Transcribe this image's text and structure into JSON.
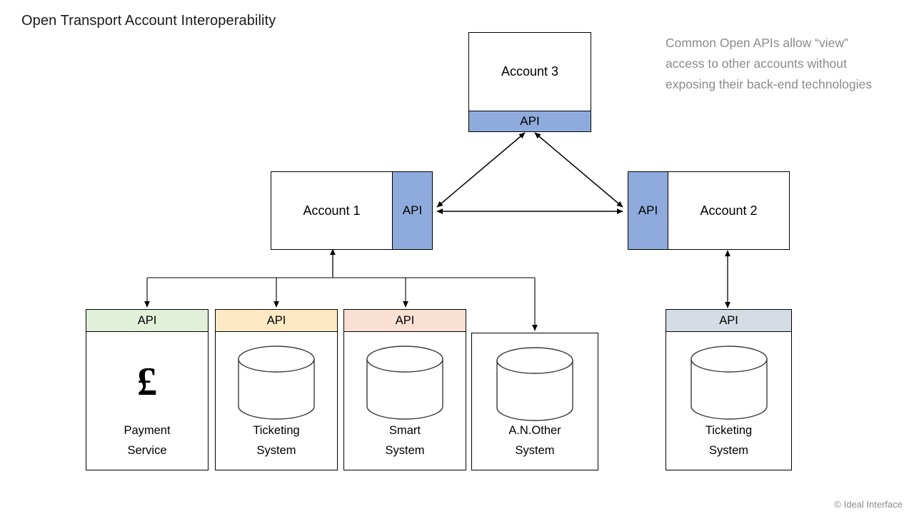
{
  "title": "Open Transport Account Interoperability",
  "note": "Common Open APIs allow “view” access to other accounts without exposing their back-end technologies",
  "credit": "© Ideal Interface",
  "api_label": "API",
  "colors": {
    "account_api_blue": "#8faadc",
    "payment_api_green": "#e2efd9",
    "ticketing_api_cream": "#fdeac4",
    "smart_api_peach": "#f9e0d3",
    "ticketing2_api_bluegray": "#d5dce4",
    "note_text_gray": "#8b8b8b",
    "box_border": "#000000",
    "arrow": "#000000",
    "canvas": "#ffffff"
  },
  "accounts": [
    {
      "id": "account-3",
      "label": "Account 3",
      "api_label": "API",
      "api_position": "bottom"
    },
    {
      "id": "account-1",
      "label": "Account 1",
      "api_label": "API",
      "api_position": "right"
    },
    {
      "id": "account-2",
      "label": "Account 2",
      "api_label": "API",
      "api_position": "left"
    }
  ],
  "services": [
    {
      "id": "payment-service",
      "label": "Payment\nService",
      "api_label": "API",
      "has_api": true,
      "glyph": "pound",
      "pound_symbol": "£",
      "api_color": "#e2efd9"
    },
    {
      "id": "ticketing-system-1",
      "label": "Ticketing\nSystem",
      "api_label": "API",
      "has_api": true,
      "glyph": "cylinder",
      "api_color": "#fdeac4"
    },
    {
      "id": "smart-system",
      "label": "Smart\nSystem",
      "api_label": "API",
      "has_api": true,
      "glyph": "cylinder",
      "api_color": "#f9e0d3"
    },
    {
      "id": "an-other-system",
      "label": "A.N.Other\nSystem",
      "api_label": "",
      "has_api": false,
      "glyph": "cylinder",
      "api_color": ""
    },
    {
      "id": "ticketing-system-2",
      "label": "Ticketing\nSystem",
      "api_label": "API",
      "has_api": true,
      "glyph": "cylinder",
      "api_color": "#d5dce4"
    }
  ],
  "connections": [
    {
      "from": "account-1-api",
      "to": "account-3-api",
      "style": "double-arrow"
    },
    {
      "from": "account-2-api",
      "to": "account-3-api",
      "style": "double-arrow"
    },
    {
      "from": "account-1-api",
      "to": "account-2-api",
      "style": "double-arrow"
    },
    {
      "from": "payment-service",
      "to": "account-1",
      "style": "tree-bus-arrow"
    },
    {
      "from": "ticketing-system-1",
      "to": "account-1",
      "style": "tree-bus-arrow"
    },
    {
      "from": "smart-system",
      "to": "account-1",
      "style": "tree-bus-arrow"
    },
    {
      "from": "an-other-system",
      "to": "account-1",
      "style": "tree-bus-arrow"
    },
    {
      "from": "ticketing-system-2",
      "to": "account-2",
      "style": "double-arrow"
    }
  ]
}
